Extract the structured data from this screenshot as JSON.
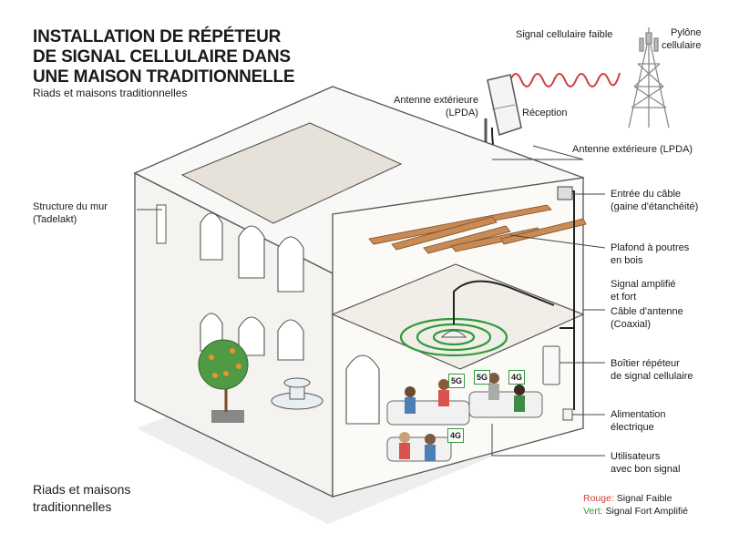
{
  "title_lines": [
    "INSTALLATION DE RÉPÉTEUR",
    "DE SIGNAL CELLULAIRE DANS",
    "UNE MAISON TRADITIONNELLE"
  ],
  "subtitle": "Riads et maisons traditionnelles",
  "bottom_title_lines": [
    "Riads et maisons",
    "traditionnelles"
  ],
  "labels": {
    "weak_signal": "Signal cellulaire faible",
    "tower": [
      "Pylône",
      "cellulaire"
    ],
    "antenna_top": [
      "Antenne extérieure",
      "(LPDA)"
    ],
    "reception": "Réception",
    "antenna_right": "Antenne extérieure (LPDA)",
    "wall": [
      "Structure du mur",
      "(Tadelakt)"
    ],
    "cable_entry": [
      "Entrée du câble",
      "(gaine d'étanchéité)"
    ],
    "ceiling": [
      "Plafond à poutres",
      "en bois"
    ],
    "amplified": [
      "Signal amplifié",
      "et fort"
    ],
    "coax": [
      "Câble d'antenne",
      "(Coaxial)"
    ],
    "repeater": [
      "Boîtier répéteur",
      "de signal cellulaire"
    ],
    "power": [
      "Alimentation",
      "électrique"
    ],
    "users": [
      "Utilisateurs",
      "avec bon signal"
    ]
  },
  "badges": [
    "5G",
    "5G",
    "4G",
    "4G"
  ],
  "legend": {
    "red_key": "Rouge:",
    "red_text": "Signal Faible",
    "green_key": "Vert:",
    "green_text": "Signal Fort Amplifié"
  },
  "colors": {
    "weak": "#d23b3b",
    "strong": "#2e9a3b",
    "wood": "#c98a55",
    "orange": "#f0902a"
  }
}
